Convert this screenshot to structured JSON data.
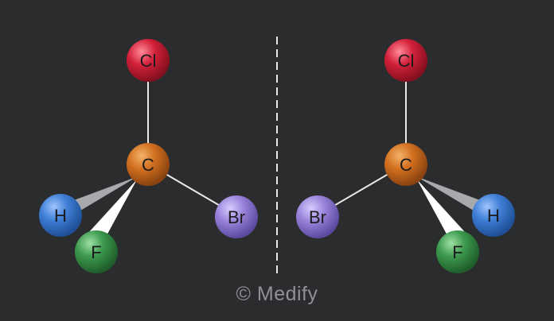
{
  "molecules": {
    "left": {
      "atoms": {
        "center": {
          "label": "C",
          "color": "#d2701f"
        },
        "top": {
          "label": "Cl",
          "color": "#d2203a"
        },
        "wedge_back": {
          "label": "H",
          "color": "#3f7fd6"
        },
        "wedge_front": {
          "label": "F",
          "color": "#3d9a4e"
        },
        "side": {
          "label": "Br",
          "color": "#9a84db"
        }
      }
    },
    "right": {
      "atoms": {
        "center": {
          "label": "C",
          "color": "#d2701f"
        },
        "top": {
          "label": "Cl",
          "color": "#d2203a"
        },
        "wedge_back": {
          "label": "H",
          "color": "#3f7fd6"
        },
        "wedge_front": {
          "label": "F",
          "color": "#3d9a4e"
        },
        "side": {
          "label": "Br",
          "color": "#9a84db"
        }
      }
    }
  },
  "watermark": "© Medify",
  "colors": {
    "background": "#2b2c2e",
    "bond": "#e8e8e8",
    "mirror_line": "#e8e8e8",
    "hashed_wedge": "#a7a9ac",
    "solid_wedge": "#ffffff"
  }
}
